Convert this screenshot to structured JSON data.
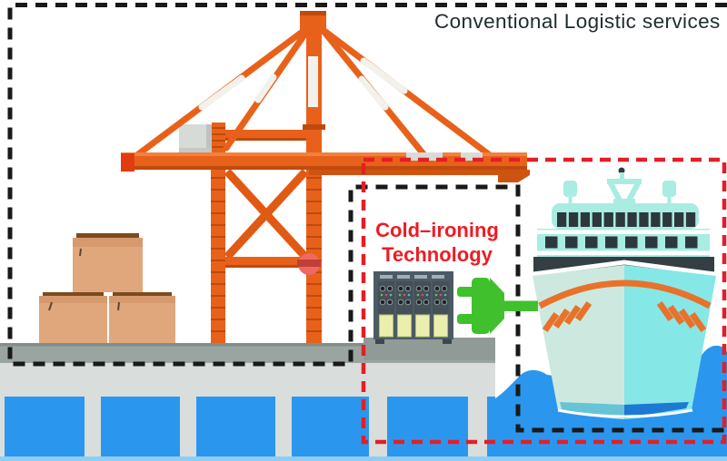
{
  "labels": {
    "conventional_zone": "Conventional Logistic services",
    "cold_ironing_line1": "Cold–ironing",
    "cold_ironing_line2": "Technology"
  },
  "zones": [
    {
      "name": "conventional-logistics-zone",
      "label": "Conventional Logistic services",
      "border_style": "black-dashed"
    },
    {
      "name": "cold-ironing-zone",
      "label": "Cold–ironing Technology",
      "border_style": "red-dashed"
    }
  ],
  "scene_elements": [
    "container-crane-icon",
    "cargo-boxes-icon",
    "pier-dock",
    "harbor-water",
    "shore-power-cabinet-icon",
    "power-plug-icon",
    "cruise-ship-icon"
  ],
  "colors": {
    "crane_orange": "#e8611a",
    "crane_dark_orange": "#bf4a0d",
    "boom_red_cap": "#e23b10",
    "hook_red": "#ee6a60",
    "ship_teal": "#a9ece2",
    "ship_window_dark": "#2c383c",
    "ship_hull_left": "#cde9df",
    "ship_hull_right": "#86e7e7",
    "ship_stripe_orange": "#e8722a",
    "water_blue": "#2b96ee",
    "water_light_strip": "#8fcdf4",
    "plug_green": "#3fc02c",
    "cabinet_frame": "#4c5a64",
    "cabinet_panel_yellow": "#eaefad",
    "box_tan": "#e0a77d",
    "box_lid": "#d79a6e",
    "pier_gray": "#9aa5a2",
    "pier_face_gray": "#d9dedc",
    "border_black": "#191919",
    "border_red": "#e31e26",
    "label_dark": "#1e2d30",
    "label_red": "#ed1c24"
  }
}
